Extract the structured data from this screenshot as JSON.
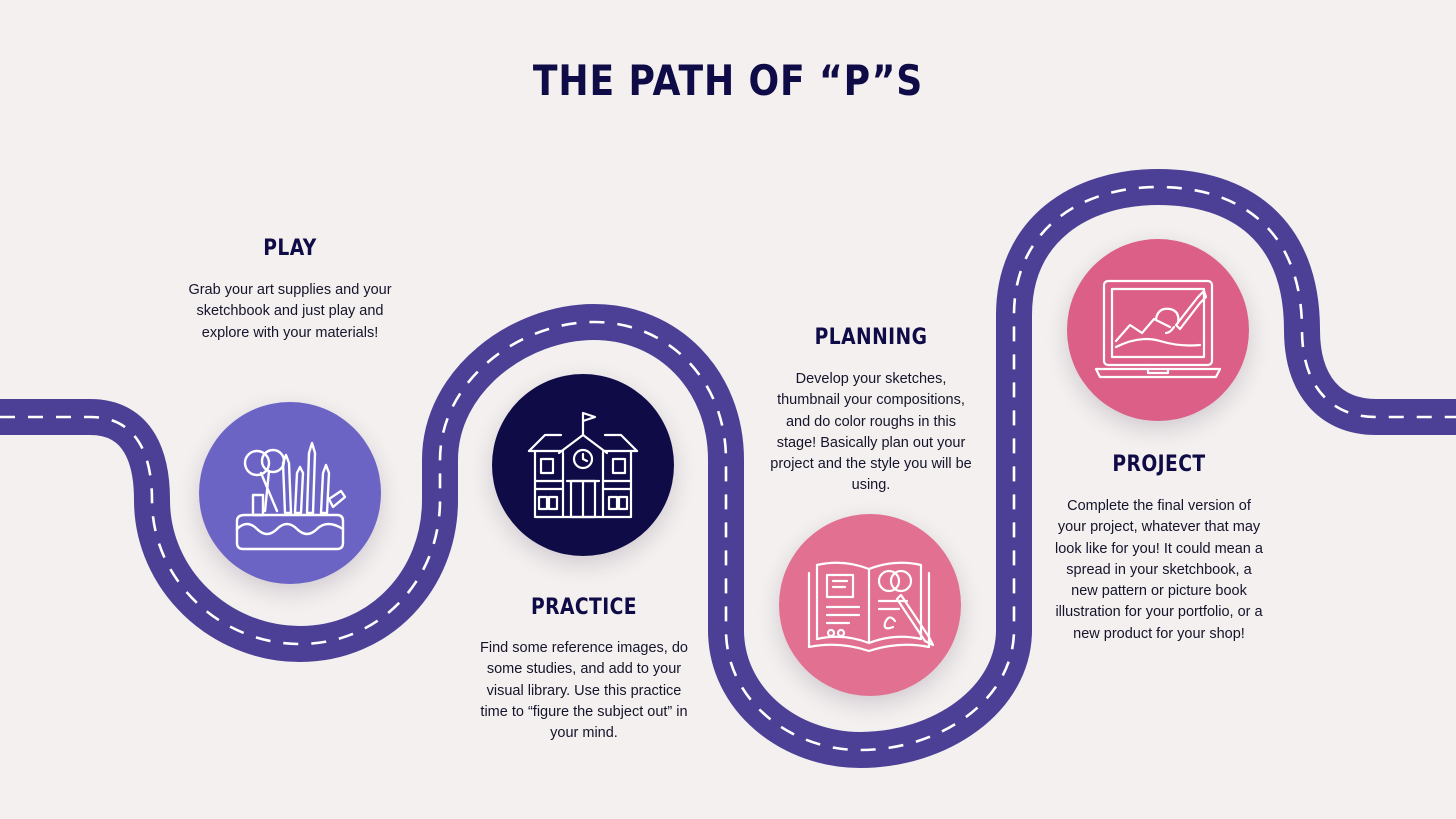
{
  "title": "THE PATH OF “P”S",
  "colors": {
    "background": "#f3f0ef",
    "road": "#4c3f96",
    "road_dash": "#ffffff",
    "heading": "#0f0b47"
  },
  "steps": [
    {
      "heading": "PLAY",
      "description": "Grab your art supplies and your sketchbook and just play and explore with your materials!",
      "icon": "pencil-cup-icon",
      "circle_color": "#6c64c4"
    },
    {
      "heading": "PRACTICE",
      "description": "Find some reference images, do some studies, and add to your visual library. Use this practice time to “figure the subject out” in your mind.",
      "icon": "school-building-icon",
      "circle_color": "#0f0b47"
    },
    {
      "heading": "PLANNING",
      "description": "Develop your sketches, thumbnail your compositions, and do color roughs in this stage! Basically plan out your project and the style you will be using.",
      "icon": "open-book-pen-icon",
      "circle_color": "#e17091"
    },
    {
      "heading": "PROJECT",
      "description": "Complete the final version of your project, whatever that may look like for you! It could mean a spread in your sketchbook, a new pattern or picture book illustration for your portfolio, or a new product for your shop!",
      "icon": "laptop-painting-icon",
      "circle_color": "#dc5f88"
    }
  ]
}
